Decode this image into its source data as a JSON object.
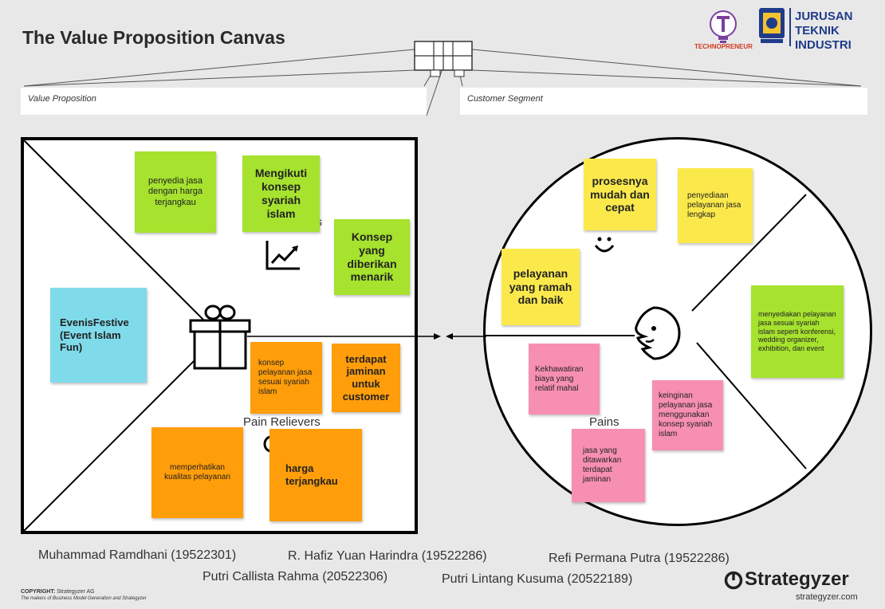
{
  "header": {
    "title": "The Value Proposition Canvas",
    "logo_technopreneur": "TECHNOPRENEUR",
    "logo_dept_line1": "JURUSAN",
    "logo_dept_line2": "TEKNIK INDUSTRI"
  },
  "fields": {
    "value_proposition": "Value Proposition",
    "customer_segment": "Customer Segment"
  },
  "value_map": {
    "partial_label": "s",
    "pain_relievers_label": "Pain Relievers",
    "gain_creators": [
      "penyedia jasa dengan harga terjangkau",
      "Mengikuti konsep syariah islam",
      "Konsep yang diberikan menarik"
    ],
    "product": "EvenisFestive (Event Islam Fun)",
    "pain_relievers": [
      "konsep pelayanan jasa sesuai syariah islam",
      "terdapat jaminan untuk customer",
      "memperhatikan kualitas pelayanan",
      "harga terjangkau"
    ]
  },
  "customer_profile": {
    "pains_label": "Pains",
    "gains": [
      "prosesnya mudah dan cepat",
      "penyediaan pelayanan jasa lengkap",
      "pelayanan yang ramah dan baik"
    ],
    "jobs": [
      "menyediakan pelayanan jasa sesuai syariah islam seperti konferensi, wedding organizer, exhibition, dan event"
    ],
    "pains": [
      "Kekhawatiran biaya yang relatif mahal",
      "keinginan pelayanan jasa menggunakan konsep syariah islam",
      "jasa yang ditawarkan terdapat jaminan"
    ]
  },
  "authors": [
    "Muhammad Ramdhani (19522301)",
    "R. Hafiz Yuan Harindra (19522286)",
    "Refi Permana Putra (19522286)",
    "Putri Callista Rahma (20522306)",
    "Putri Lintang Kusuma (20522189)"
  ],
  "footer": {
    "copyright_bold": "COPYRIGHT:",
    "copyright_rest": " Strategyzer AG",
    "tagline": "The makers of Business Model Generation and Strategyzer",
    "brand": "Strategyzer",
    "url": "strategyzer.com"
  },
  "colors": {
    "green": "#a6e22e",
    "yellow": "#fbe94c",
    "orange": "#ff9d0a",
    "pink": "#f78fb3",
    "blue": "#7fdbea"
  }
}
